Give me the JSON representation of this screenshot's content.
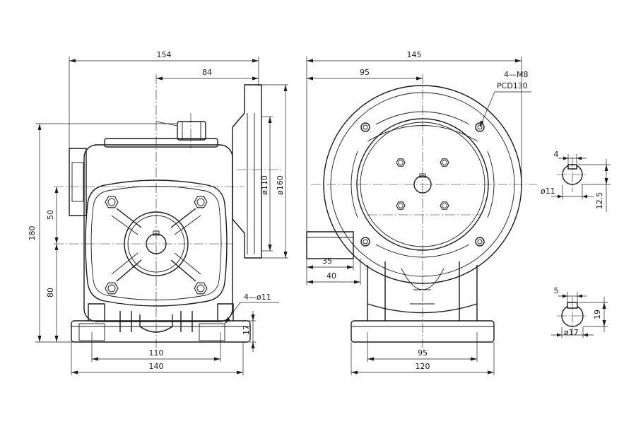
{
  "front_view": {
    "overall_width": "154",
    "flange_offset": "84",
    "overall_height": "180",
    "upper_height": "50",
    "lower_height": "80",
    "flange_inner_diameter": "ø110",
    "flange_outer_diameter": "ø160",
    "mount_holes": "4—ø11",
    "base_thickness": "17",
    "hole_spacing": "110",
    "base_width": "140"
  },
  "side_view": {
    "overall_width": "145",
    "center_offset": "95",
    "bolt_callout": "4—M8",
    "pcd_callout": "PCD130",
    "shaft_length_inner": "35",
    "shaft_length_outer": "40",
    "base_hole_spacing": "95",
    "base_width": "120"
  },
  "detail_input_shaft": {
    "key_width": "4",
    "diameter": "ø11",
    "key_height": "12.5"
  },
  "detail_output_bore": {
    "key_width": "5",
    "key_height": "19",
    "diameter": "ø17"
  }
}
